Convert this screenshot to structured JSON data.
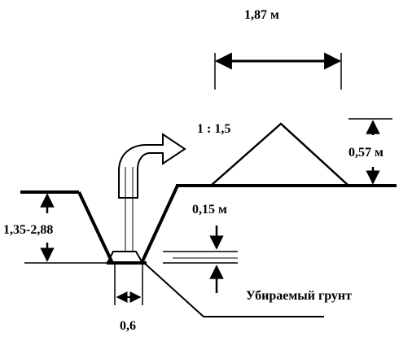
{
  "diagram": {
    "labels": {
      "spoil_width": "1,87 м",
      "slope_ratio": "1 : 1,5",
      "spoil_height": "0,57 м",
      "trench_depth": "1,35-2,88",
      "layer_thickness": "0,15 м",
      "removed_soil": "Убираемый грунт",
      "bottom_width": "0,6"
    },
    "colors": {
      "ink": "#000000",
      "paper": "#ffffff"
    }
  }
}
